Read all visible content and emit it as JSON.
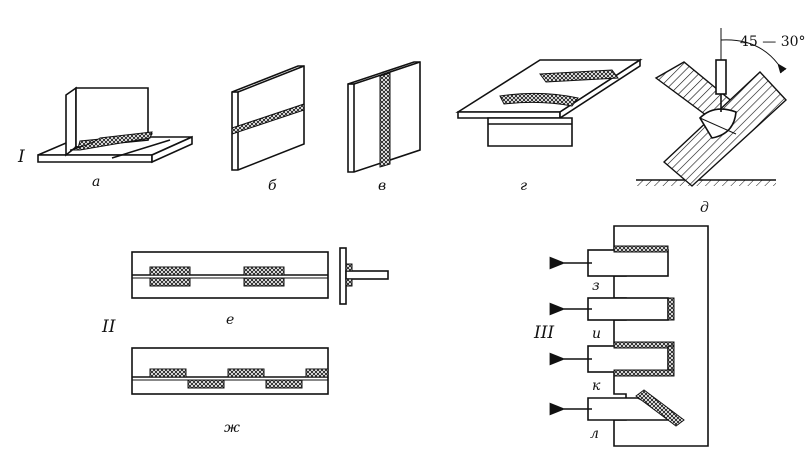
{
  "groups": {
    "I": "I",
    "II": "II",
    "III": "III"
  },
  "labels": {
    "a": "а",
    "b": "б",
    "v": "в",
    "g": "г",
    "d": "д",
    "e": "е",
    "zh": "ж",
    "z": "з",
    "i": "и",
    "k": "к",
    "l": "л"
  },
  "angle_annotation": "45 — 30°"
}
